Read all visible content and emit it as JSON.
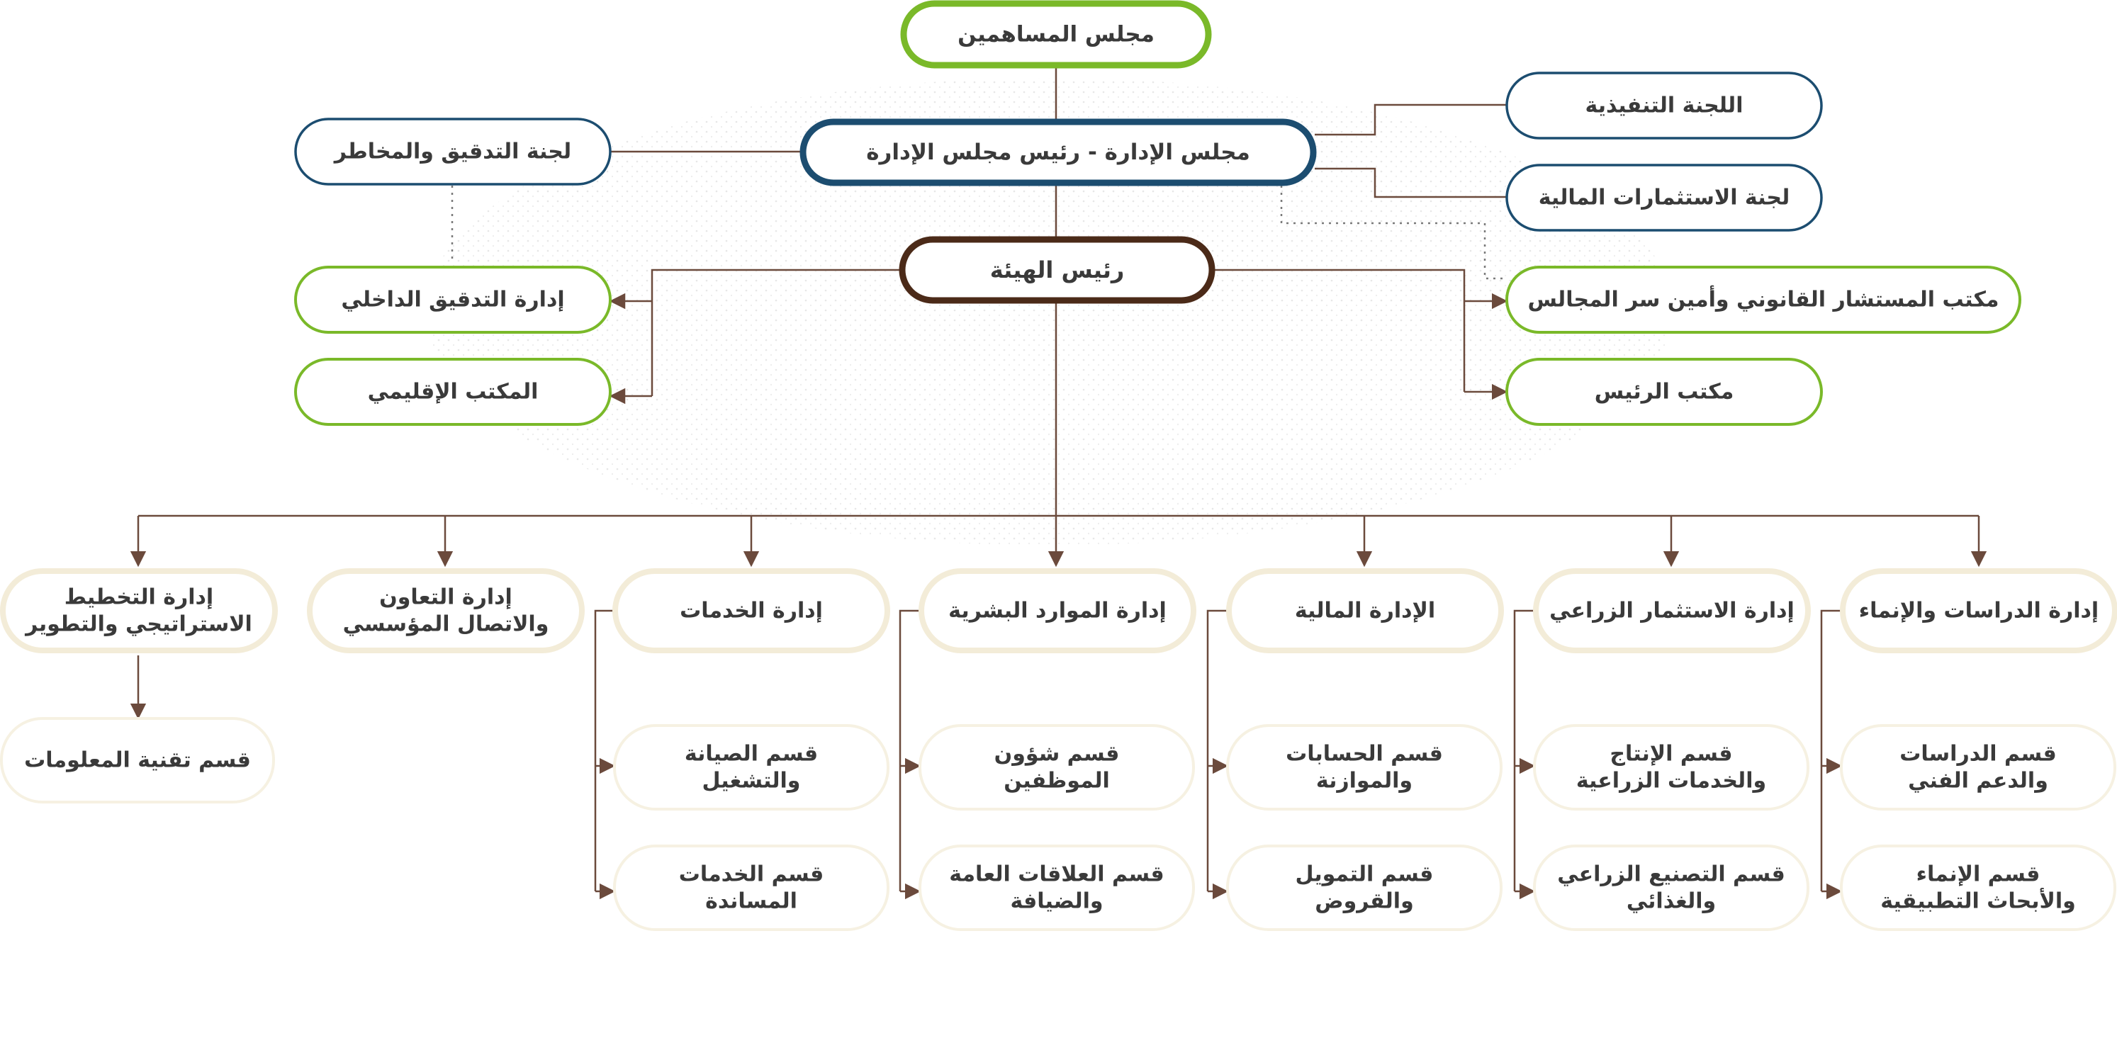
{
  "nodes": {
    "shareholders": "مجلس المساهمين",
    "board": "مجلس الإدارة - رئيس مجلس الإدارة",
    "audit_committee": "لجنة التدقيق والمخاطر",
    "executive_committee": "اللجنة التنفيذية",
    "investment_committee": "لجنة الاستثمارات المالية",
    "president": "رئيس الهيئة",
    "internal_audit": "إدارة التدقيق الداخلي",
    "regional_office": "المكتب الإقليمي",
    "legal_office": "مكتب المستشار القانوني وأمين سر المجالس",
    "president_office": "مكتب الرئيس",
    "dept_studies": "إدارة الدراسات والإنماء",
    "dept_agri_invest": "إدارة الاستثمار الزراعي",
    "dept_finance": "الإدارة المالية",
    "dept_hr": "إدارة الموارد البشرية",
    "dept_services": "إدارة الخدمات",
    "dept_cooperation": [
      "إدارة التعاون",
      "والاتصال المؤسسي"
    ],
    "dept_planning": [
      "إدارة التخطيط",
      "الاستراتيجي والتطوير"
    ],
    "sec_studies_support": [
      "قسم الدراسات",
      "والدعم الفني"
    ],
    "sec_development_research": [
      "قسم الإنماء",
      "والأبحاث التطبيقية"
    ],
    "sec_production": [
      "قسم الإنتاج",
      "والخدمات الزراعية"
    ],
    "sec_manufacturing": [
      "قسم التصنيع الزراعي",
      "والغذائي"
    ],
    "sec_accounts": [
      "قسم الحسابات",
      "والموازنة"
    ],
    "sec_funding": [
      "قسم التمويل",
      "والقروض"
    ],
    "sec_staff": [
      "قسم شؤون",
      "الموظفين"
    ],
    "sec_relations": [
      "قسم العلاقات العامة",
      "والضيافة"
    ],
    "sec_maintenance": [
      "قسم الصيانة",
      "والتشغيل"
    ],
    "sec_support_services": [
      "قسم الخدمات",
      "المساندة"
    ],
    "sec_it": "قسم تقنية المعلومات"
  },
  "colors": {
    "green": "#7ab929",
    "navy": "#1c4d70",
    "brown": "#4b2a18",
    "beige": "#f3ecd8",
    "beige_light": "#f6f1e2",
    "connector": "#6b4a3c"
  }
}
